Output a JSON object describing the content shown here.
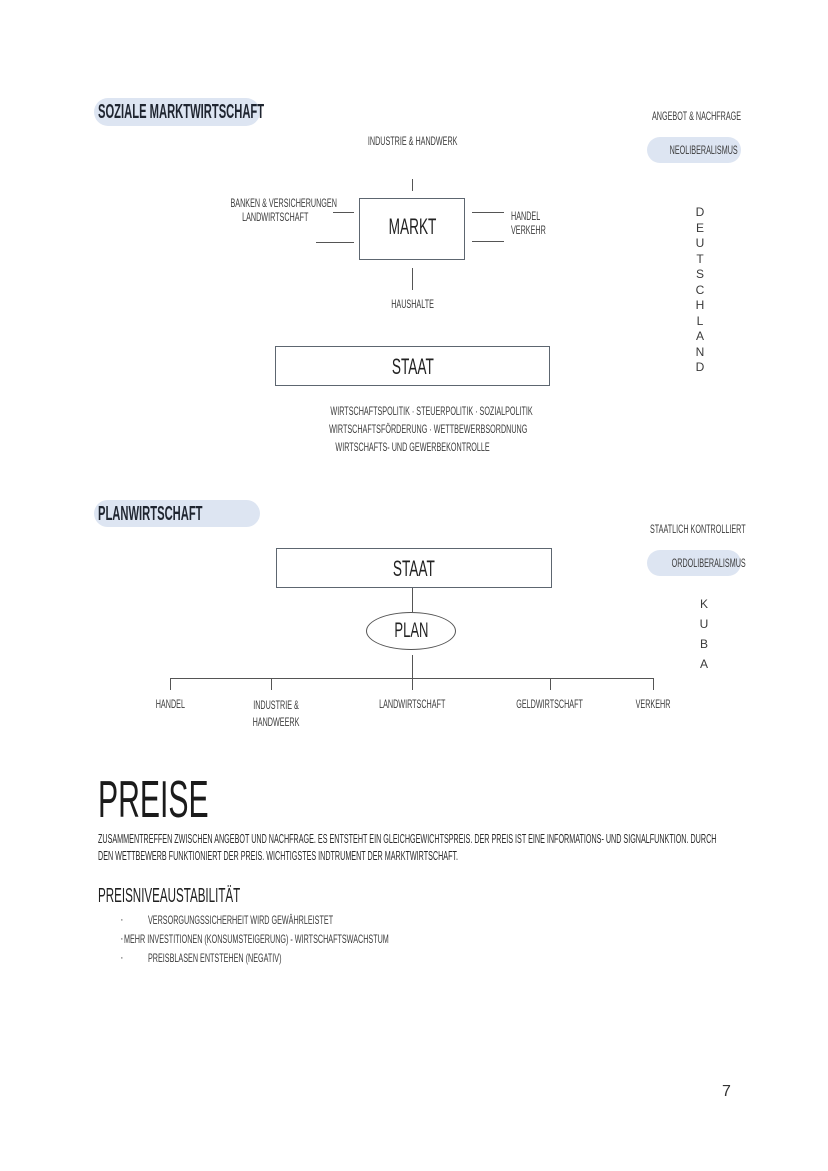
{
  "soziale": {
    "title": "SOZIALE MARKTWIRTSCHAFT",
    "side_label": "ANGEBOT & NACHFRAGE",
    "side_pill": "NEOLIBERALISMUS",
    "vertical_word": [
      "D",
      "E",
      "U",
      "T",
      "S",
      "C",
      "H",
      "L",
      "A",
      "N",
      "D"
    ],
    "diagram": {
      "top": "INDUSTRIE & HANDWERK",
      "left_line1": "BANKEN & VERSICHERUNGEN",
      "left_line2": "LANDWIRTSCHAFT",
      "center": "MARKT",
      "right_line1": "HANDEL",
      "right_line2": "VERKEHR",
      "bottom": "HAUSHALTE",
      "staat": "STAAT",
      "staat_lines": [
        "WIRTSCHAFTSPOLITIK · STEUERPOLITIK · SOZIALPOLITIK",
        "WIRTSCHAFTSFÖRDERUNG · WETTBEWERBSORDNUNG",
        "WIRTSCHAFTS- UND GEWERBEKONTROLLE"
      ]
    }
  },
  "plan": {
    "title": "PLANWIRTSCHAFT",
    "side_label": "STAATLICH KONTROLLIERT",
    "side_pill": "ORDOLIBERALISMUS",
    "vertical_word": [
      "K",
      "U",
      "B",
      "A"
    ],
    "diagram": {
      "staat": "STAAT",
      "plan": "PLAN",
      "branches": [
        {
          "label1": "HANDEL",
          "label2": ""
        },
        {
          "label1": "INDUSTRIE &",
          "label2": "HANDWEERK"
        },
        {
          "label1": "LANDWIRTSCHAFT",
          "label2": ""
        },
        {
          "label1": "GELDWIRTSCHAFT",
          "label2": ""
        },
        {
          "label1": "VERKEHR",
          "label2": ""
        }
      ]
    }
  },
  "preise": {
    "title": "PREISE",
    "paragraph_line1": "ZUSAMMENTREFFEN ZWISCHEN ANGEBOT UND NACHFRAGE. ES ENTSTEHT EIN GLEICHGEWICHTSPREIS. DER PREIS IST EINE INFORMATIONS- UND SIGNALFUNKTION. DURCH",
    "paragraph_line2": "DEN WETTBEWERB FUNKTIONIERT DER PREIS. WICHTIGSTES INDTRUMENT DER MARKTWIRTSCHAFT.",
    "subtitle": "PREISNIVEAUSTABILITÄT",
    "bullet_symbol": "·",
    "bullets": [
      "VERSORGUNGSSICHERHEIT WIRD GEWÄHRLEISTET",
      "MEHR INVESTITIONEN (KONSUMSTEIGERUNG) - WIRTSCHAFTSWACHSTUM",
      "PREISBLASEN ENTSTEHEN (NEGATIV)"
    ]
  },
  "page_number": "7",
  "colors": {
    "pill_bg": "#dde5f2",
    "box_border": "#5d6670",
    "text": "#2b2b2b"
  }
}
